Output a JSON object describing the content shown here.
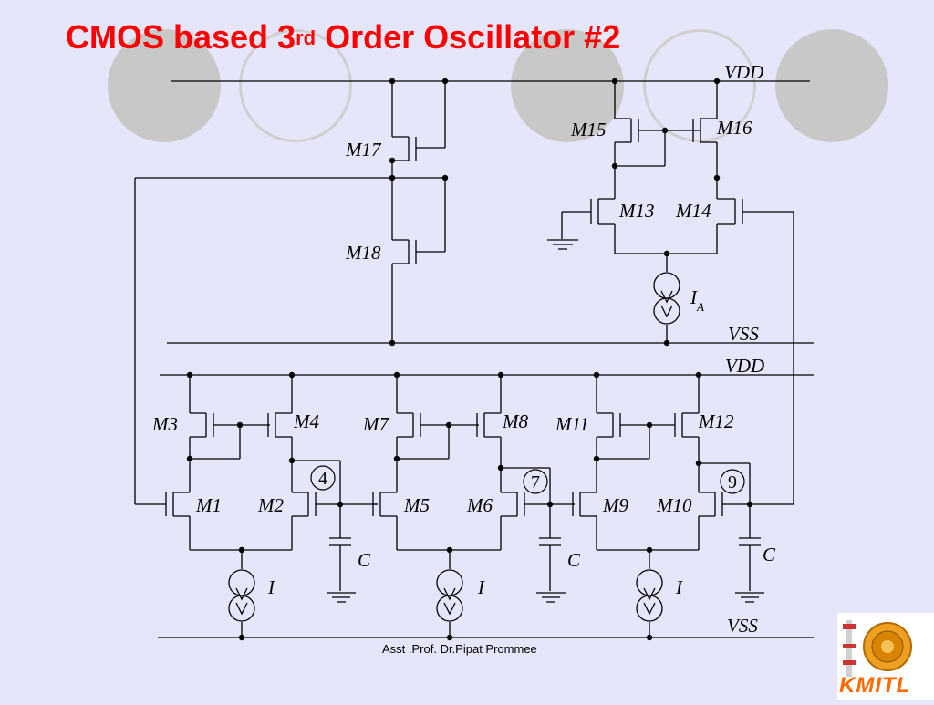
{
  "title": {
    "main": "CMOS based 3",
    "sup": "rd",
    "rest": " Order Oscillator #2"
  },
  "labels": {
    "vdd_top": "VDD",
    "vss_top": "VSS",
    "vdd_bottom": "VDD",
    "vss_bottom": "VSS",
    "m1": "M1",
    "m2": "M2",
    "m3": "M3",
    "m4": "M4",
    "m5": "M5",
    "m6": "M6",
    "m7": "M7",
    "m8": "M8",
    "m9": "M9",
    "m10": "M10",
    "m11": "M11",
    "m12": "M12",
    "m13": "M13",
    "m14": "M14",
    "m15": "M15",
    "m16": "M16",
    "m17": "M17",
    "m18": "M18",
    "i_a": "I",
    "i_a_sub": "A",
    "i1": "I",
    "i2": "I",
    "i3": "I",
    "c1": "C",
    "c2": "C",
    "c3": "C",
    "node4": "4",
    "node7": "7",
    "node9": "9"
  },
  "footer": "Asst .Prof. Dr.Pipat Prommee",
  "logo": {
    "text": "KMITL"
  },
  "colors": {
    "background": "#e6e6fa",
    "circles": "#c8c8c8",
    "title": "#ff0000",
    "logo": "#ff6a00"
  }
}
